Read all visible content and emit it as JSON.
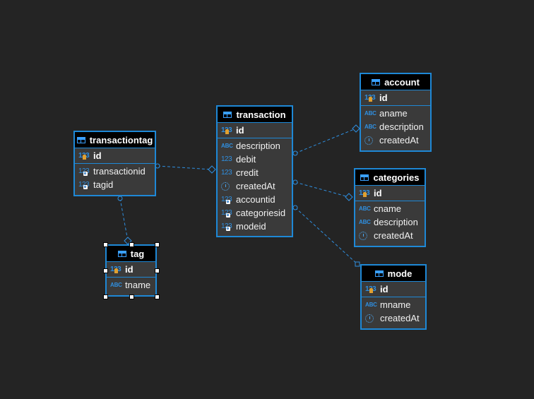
{
  "colors": {
    "background": "#242424",
    "entity_border": "#1e88d6",
    "entity_body": "#3a3a3a",
    "header_bg": "#000000",
    "link": "#2f8fe0"
  },
  "entities": {
    "transactiontag": {
      "title": "transactiontag",
      "pk": [
        {
          "name": "id",
          "type": "number",
          "key": true
        }
      ],
      "attrs": [
        {
          "name": "transactionid",
          "type": "number-fk"
        },
        {
          "name": "tagid",
          "type": "number-fk"
        }
      ]
    },
    "tag": {
      "title": "tag",
      "selected": true,
      "pk": [
        {
          "name": "id",
          "type": "number",
          "key": true
        }
      ],
      "attrs": [
        {
          "name": "tname",
          "type": "text"
        }
      ]
    },
    "transaction": {
      "title": "transaction",
      "pk": [
        {
          "name": "id",
          "type": "number",
          "key": true
        }
      ],
      "attrs": [
        {
          "name": "description",
          "type": "text"
        },
        {
          "name": "debit",
          "type": "number"
        },
        {
          "name": "credit",
          "type": "number"
        },
        {
          "name": "createdAt",
          "type": "datetime"
        },
        {
          "name": "accountid",
          "type": "number-fk"
        },
        {
          "name": "categoriesid",
          "type": "number-fk"
        },
        {
          "name": "modeid",
          "type": "number-fk"
        }
      ]
    },
    "account": {
      "title": "account",
      "pk": [
        {
          "name": "id",
          "type": "number",
          "key": true
        }
      ],
      "attrs": [
        {
          "name": "aname",
          "type": "text"
        },
        {
          "name": "description",
          "type": "text"
        },
        {
          "name": "createdAt",
          "type": "datetime"
        }
      ]
    },
    "categories": {
      "title": "categories",
      "pk": [
        {
          "name": "id",
          "type": "number",
          "key": true
        }
      ],
      "attrs": [
        {
          "name": "cname",
          "type": "text"
        },
        {
          "name": "description",
          "type": "text"
        },
        {
          "name": "createdAt",
          "type": "datetime"
        }
      ]
    },
    "mode": {
      "title": "mode",
      "pk": [
        {
          "name": "id",
          "type": "number",
          "key": true
        }
      ],
      "attrs": [
        {
          "name": "mname",
          "type": "text"
        },
        {
          "name": "createdAt",
          "type": "datetime"
        }
      ]
    }
  },
  "relationships": [
    {
      "from": "transactiontag",
      "to": "transaction"
    },
    {
      "from": "transactiontag",
      "to": "tag"
    },
    {
      "from": "transaction",
      "to": "account"
    },
    {
      "from": "transaction",
      "to": "categories"
    },
    {
      "from": "transaction",
      "to": "mode"
    }
  ],
  "type_icons": {
    "number": "123",
    "text": "ABC"
  }
}
